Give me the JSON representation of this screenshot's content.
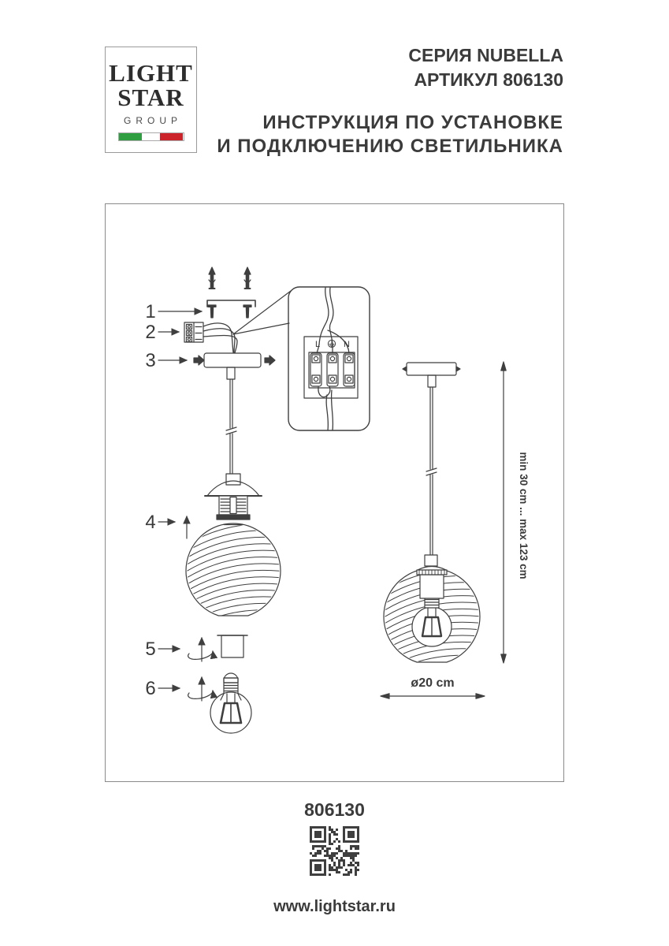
{
  "header": {
    "logo": {
      "line1": "LIGHT",
      "line2": "STAR",
      "line3": "GROUP",
      "flag_green": "#2f9e41",
      "flag_white": "#ffffff",
      "flag_red": "#cc2229"
    },
    "series": "СЕРИЯ NUBELLA",
    "article": "АРТИКУЛ 806130",
    "title_line1": "ИНСТРУКЦИЯ ПО УСТАНОВКЕ",
    "title_line2": "И ПОДКЛЮЧЕНИЮ СВЕТИЛЬНИКА"
  },
  "diagram": {
    "steps": [
      "1",
      "2",
      "3",
      "4",
      "5",
      "6"
    ],
    "terminal": {
      "live": "L",
      "neutral": "N"
    },
    "height_dimension": "min 30 cm ... max 123 cm",
    "diameter_dimension": "ø20 cm"
  },
  "footer": {
    "article_number": "806130",
    "website": "www.lightstar.ru"
  },
  "colors": {
    "line": "#3f3f3f",
    "text": "#3b3b3b"
  }
}
